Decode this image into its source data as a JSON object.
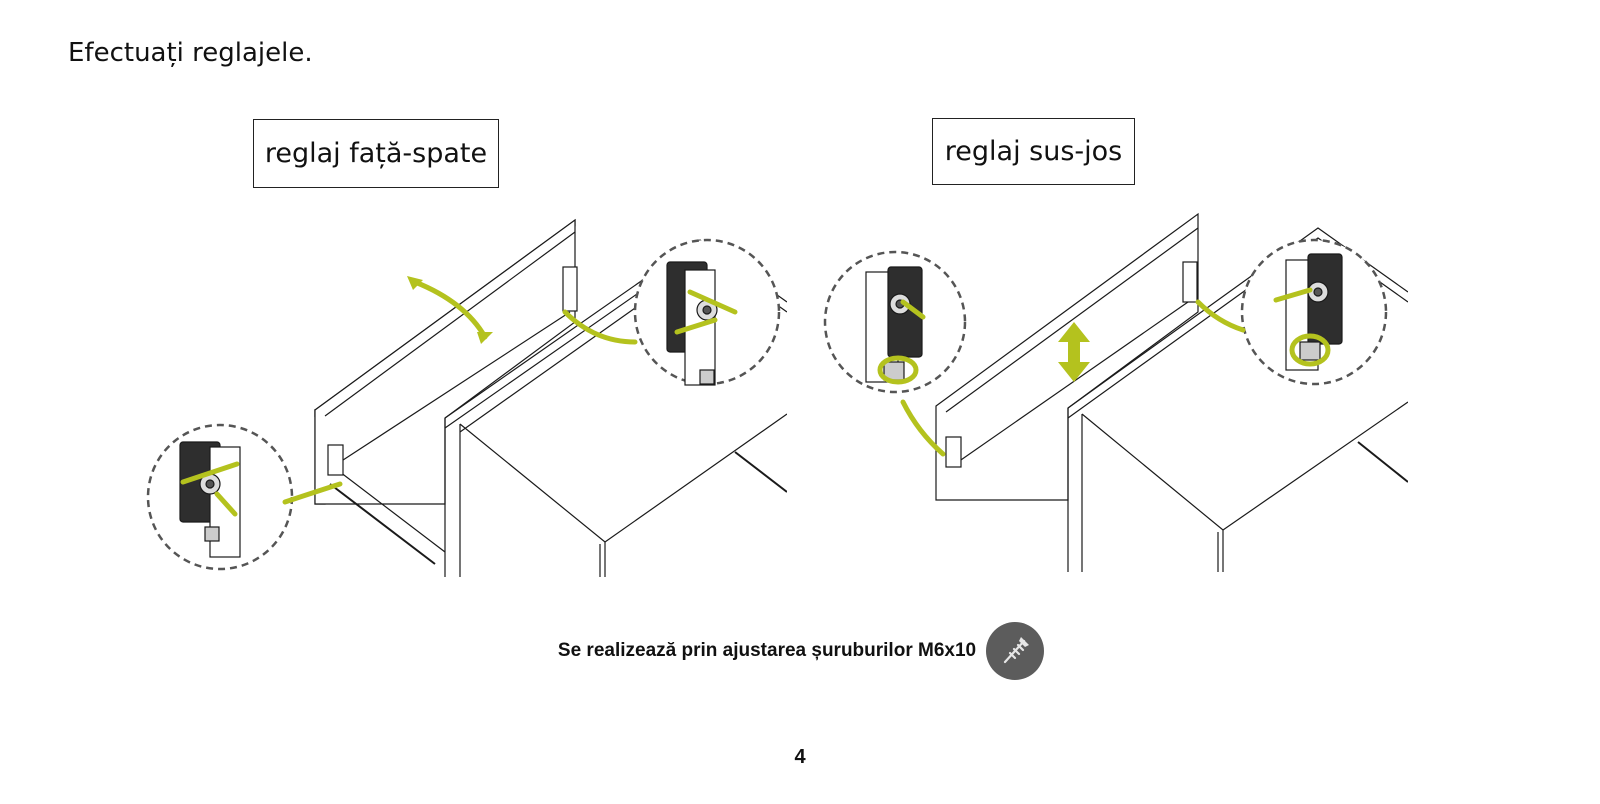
{
  "page": {
    "heading": "Efectuați reglajele.",
    "page_number": "4"
  },
  "panels": {
    "left": {
      "label": "reglaj față-spate"
    },
    "right": {
      "label": "reglaj sus-jos"
    }
  },
  "footnote": {
    "text": "Se realizează prin ajustarea șuruburilor M6x10",
    "icon": "screw-icon"
  },
  "colors": {
    "accent": "#b4c21e",
    "line": "#1a1a1a",
    "dashed": "#555555",
    "badge": "#5c5c5c"
  }
}
